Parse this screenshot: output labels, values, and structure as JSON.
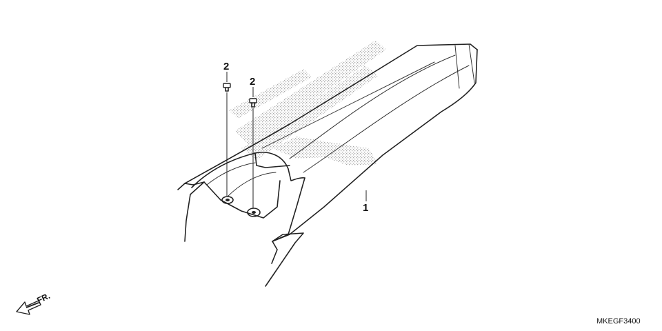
{
  "diagram": {
    "callouts": [
      {
        "id": "part-1",
        "label": "1"
      },
      {
        "id": "part-2a",
        "label": "2"
      },
      {
        "id": "part-2b",
        "label": "2"
      }
    ],
    "part_code": "MKEGF3400",
    "direction_label": "FR.",
    "decal_color": "#b8b8b8",
    "line_color": "#222222",
    "icons": [
      "fr-arrow-icon",
      "screw-icon"
    ]
  }
}
